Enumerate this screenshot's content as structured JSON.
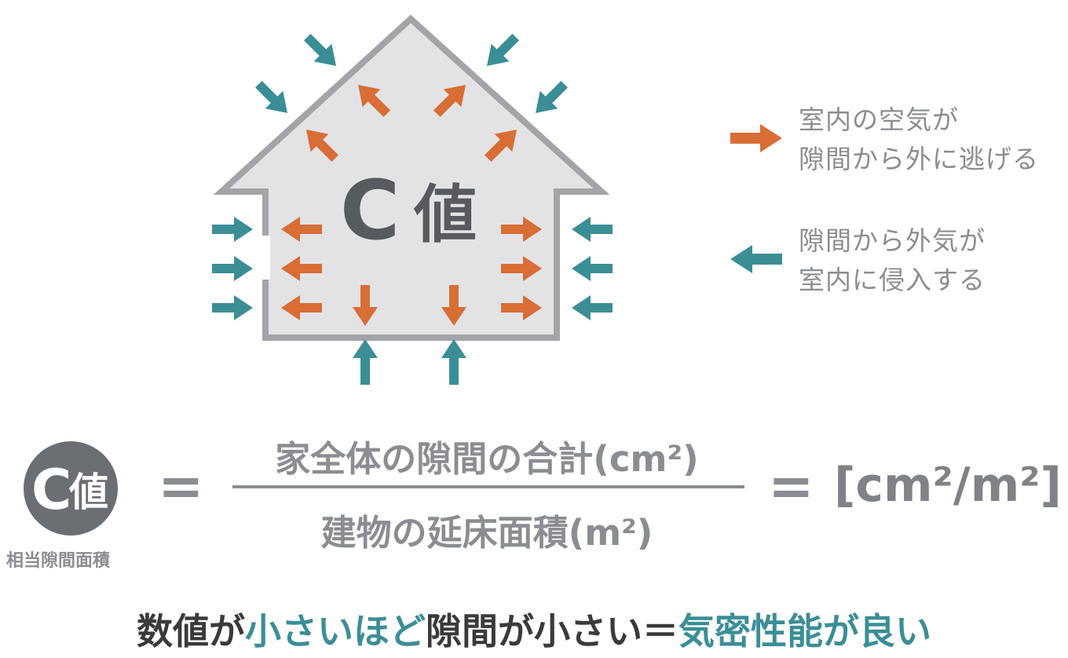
{
  "colors": {
    "orange": "#d86d35",
    "teal": "#3b8e96",
    "gray_text": "#8a8d91",
    "house_fill": "#e3e3e5",
    "house_stroke": "#a2a4a8",
    "dark_label": "#575a5f",
    "badge": "#6b6e73"
  },
  "house": {
    "label_c": "C",
    "label_value": "値"
  },
  "legend": {
    "outflow": {
      "icon": "arrow-right-icon",
      "lines": [
        "室内の空気が",
        "隙間から外に逃げる"
      ]
    },
    "inflow": {
      "icon": "arrow-left-icon",
      "lines": [
        "隙間から外気が",
        "室内に侵入する"
      ]
    }
  },
  "formula": {
    "badge_c": "C",
    "badge_value": "値",
    "badge_caption": "相当隙間面積",
    "equals": "=",
    "numerator": "家全体の隙間の合計(cm²)",
    "denominator": "建物の延床面積(m²)",
    "unit": "[cm²/m²]"
  },
  "conclusion": {
    "p1": "数値が",
    "p2": "小さいほど",
    "p3": "隙間が小さい＝",
    "p4": "気密性能が良い"
  }
}
